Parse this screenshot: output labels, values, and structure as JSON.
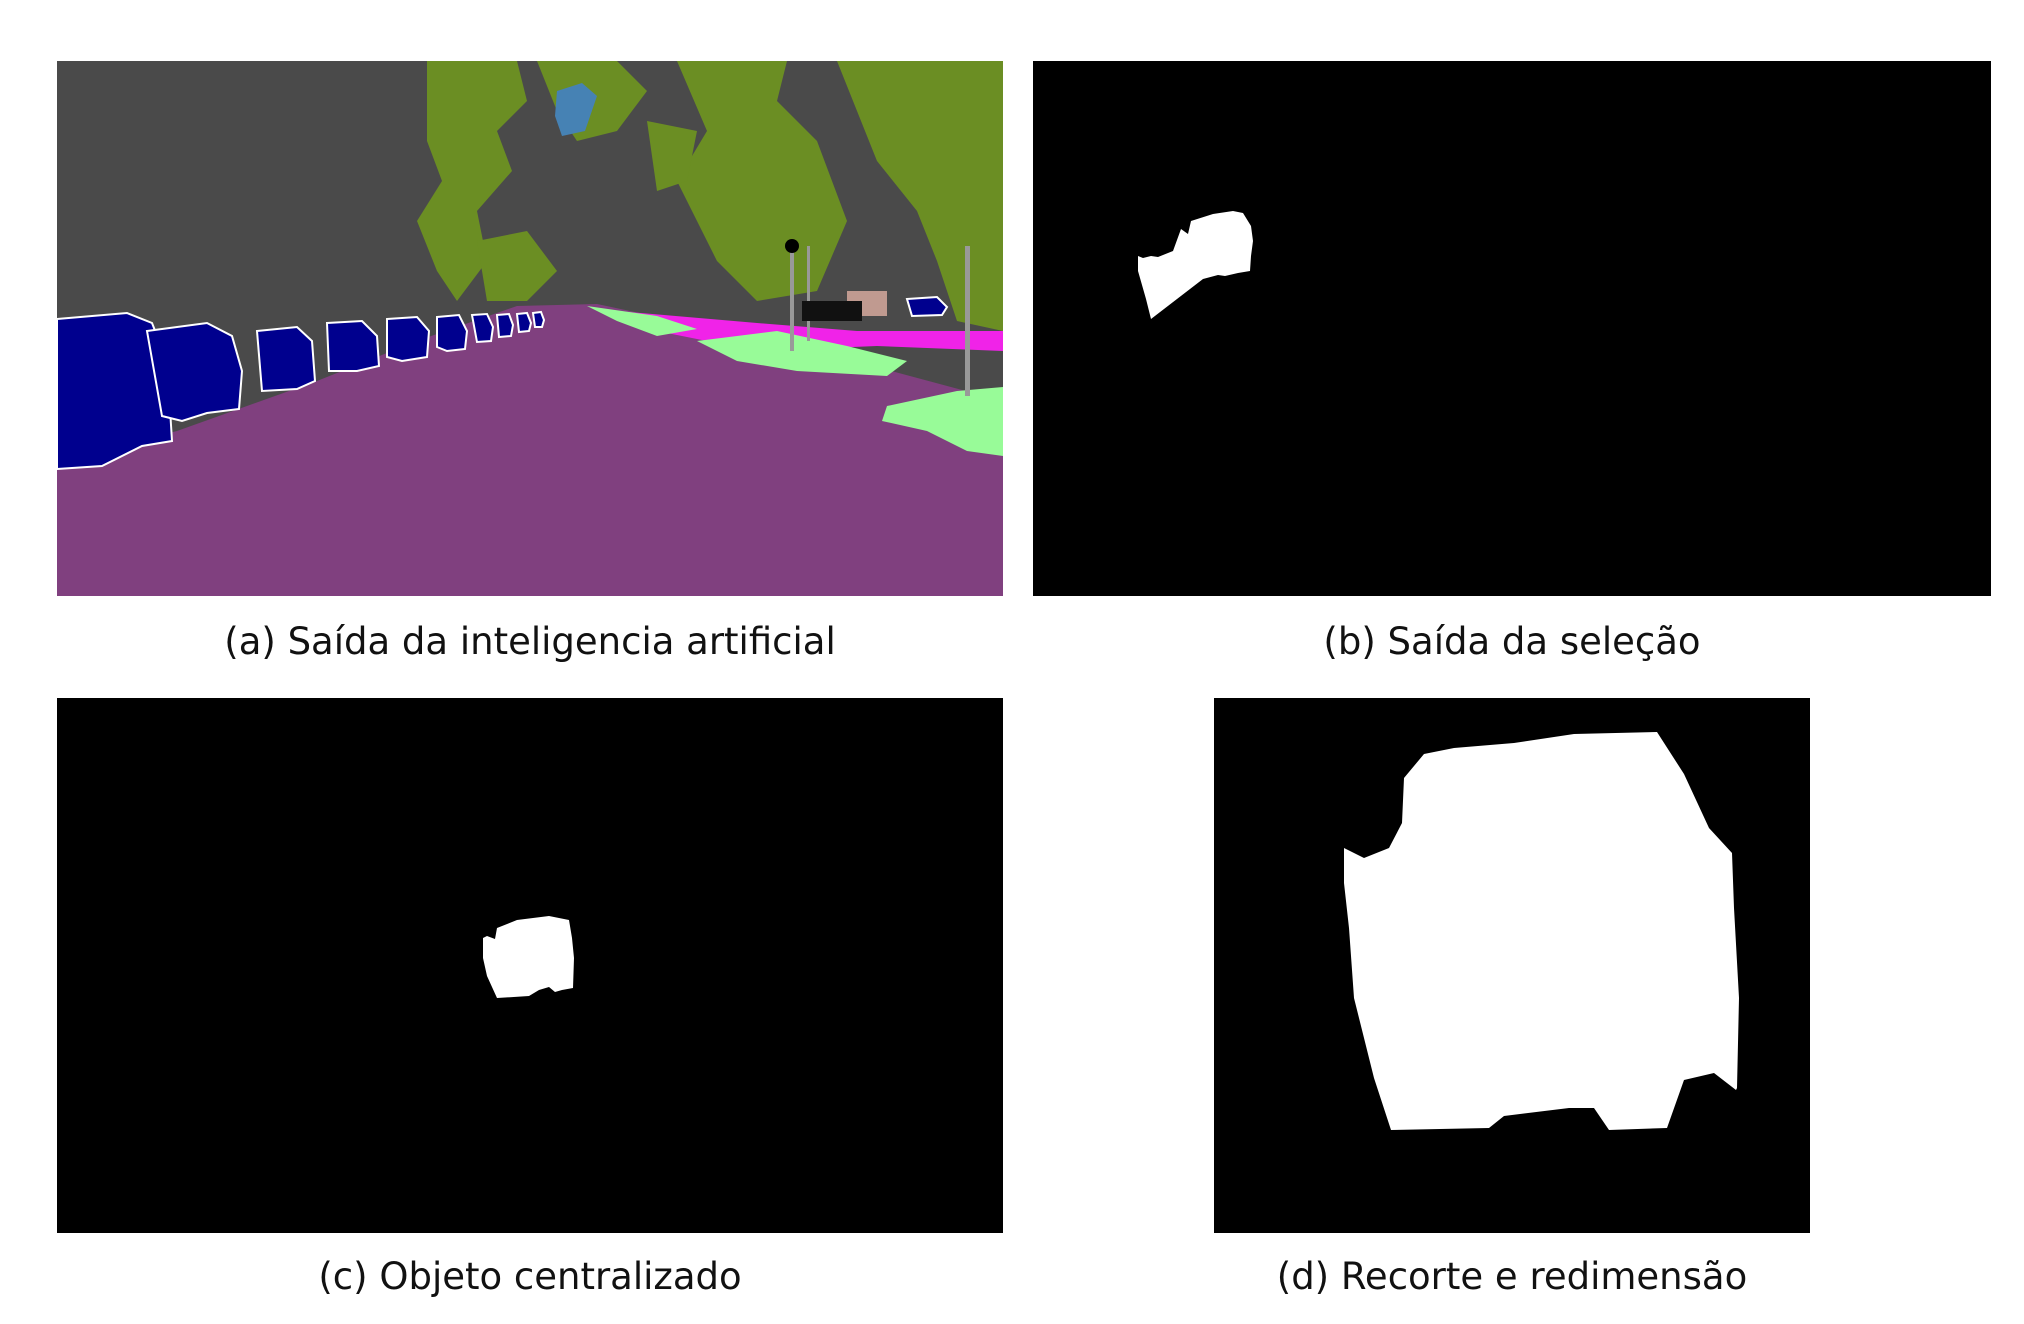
{
  "figure": {
    "panels": [
      {
        "id": "a",
        "caption": "(a) Saída da inteligencia artificial",
        "kind": "semantic-segmentation-map"
      },
      {
        "id": "b",
        "caption": "(b) Saída da seleção",
        "kind": "binary-mask"
      },
      {
        "id": "c",
        "caption": "(c) Objeto centralizado",
        "kind": "binary-mask"
      },
      {
        "id": "d",
        "caption": "(d) Recorte e redimensão",
        "kind": "binary-mask"
      }
    ],
    "colors": {
      "sky": "#4a4a4a",
      "vegetation": "#6b8e23",
      "road": "#80407f",
      "car": "#00008e",
      "sidewalk": "#f023e8",
      "terrain": "#98fb98",
      "building": "#4682b4",
      "wall": "#c09a90",
      "pole": "#999999",
      "mask_foreground": "#ffffff",
      "mask_background": "#000000"
    }
  }
}
